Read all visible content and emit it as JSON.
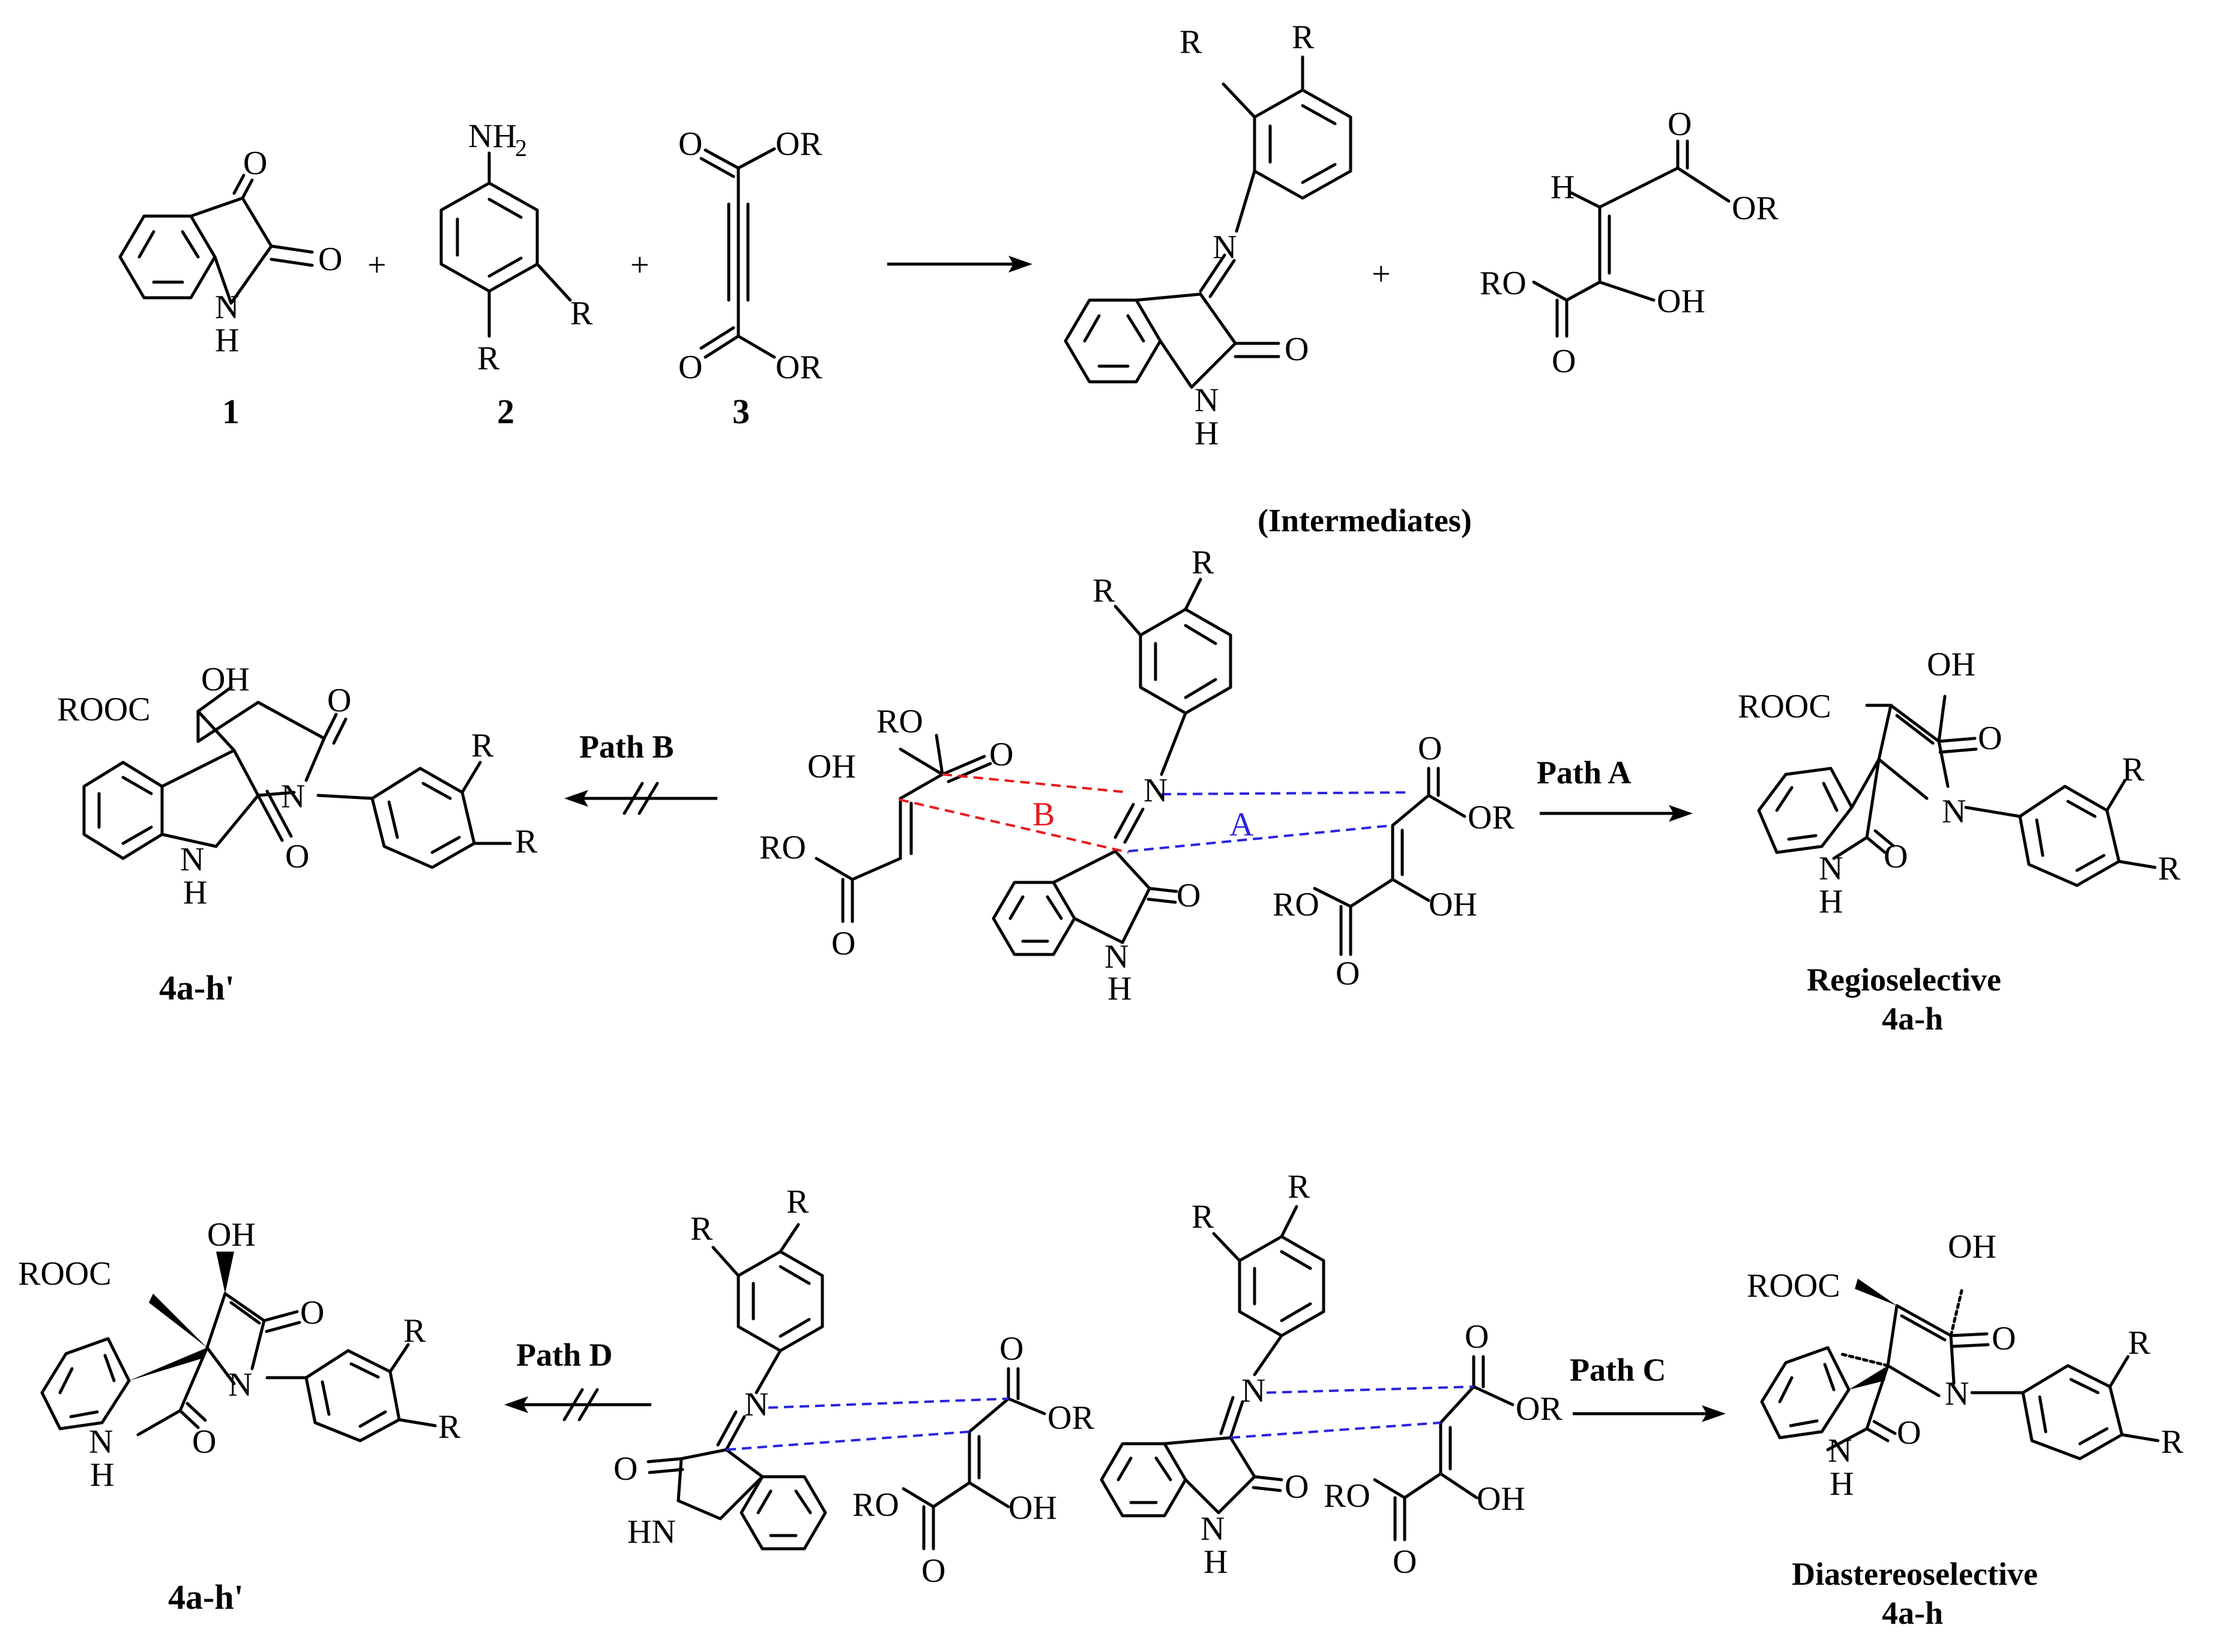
{
  "row1": {
    "compound_labels": [
      "1",
      "2",
      "3"
    ],
    "plus_sign": "+",
    "intermediates_caption": "(Intermediates)",
    "atoms": {
      "O": "O",
      "NH": "N",
      "H": "H",
      "NH2": "NH",
      "sub2": "2",
      "R": "R",
      "OR": "OR",
      "RO": "RO",
      "OH": "OH",
      "N": "N",
      "Hatom": "H"
    }
  },
  "row2": {
    "path_b": "Path B",
    "path_a": "Path A",
    "dash_label_b": "B",
    "dash_label_a": "A",
    "left_product": "4a-h'",
    "right_caption": "Regioselective",
    "right_product": "4a-h",
    "ROOC": "ROOC",
    "HN": "HN"
  },
  "row3": {
    "path_d": "Path D",
    "path_c": "Path C",
    "left_product": "4a-h'",
    "right_caption": "Diastereoselective",
    "right_product": "4a-h"
  },
  "colors": {
    "path_b_dash": "#e8191d",
    "path_a_dash": "#2a24e0",
    "ink": "#000000"
  }
}
